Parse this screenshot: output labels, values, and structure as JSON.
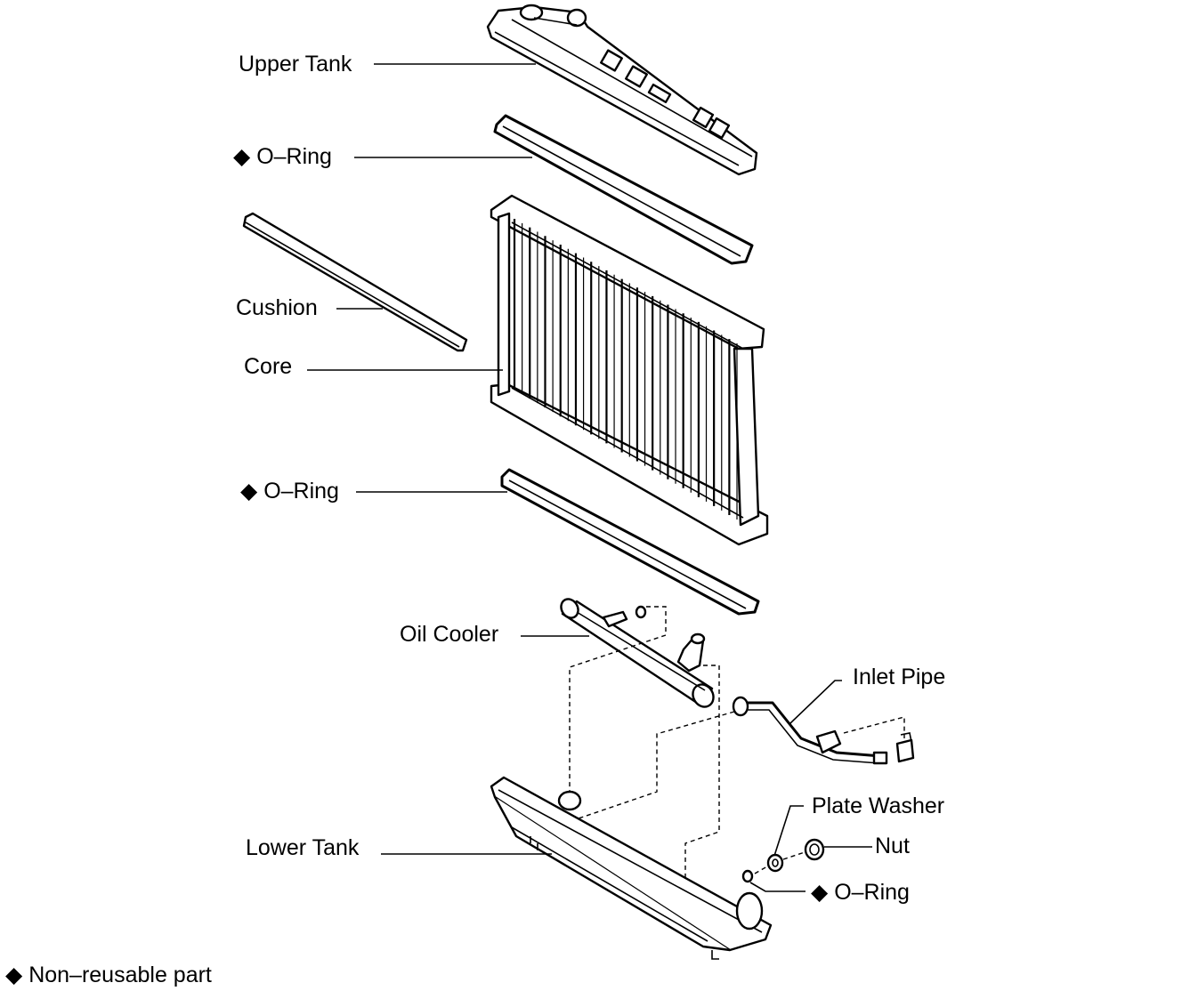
{
  "diagram": {
    "labels": {
      "upper_tank": "Upper Tank",
      "o_ring_top": "O–Ring",
      "cushion": "Cushion",
      "core": "Core",
      "o_ring_middle": "O–Ring",
      "oil_cooler": "Oil Cooler",
      "inlet_pipe": "Inlet Pipe",
      "plate_washer": "Plate Washer",
      "nut": "Nut",
      "lower_tank": "Lower Tank",
      "o_ring_bottom": "O–Ring"
    },
    "legend": {
      "marker": "◆",
      "text": "Non–reusable part"
    }
  }
}
